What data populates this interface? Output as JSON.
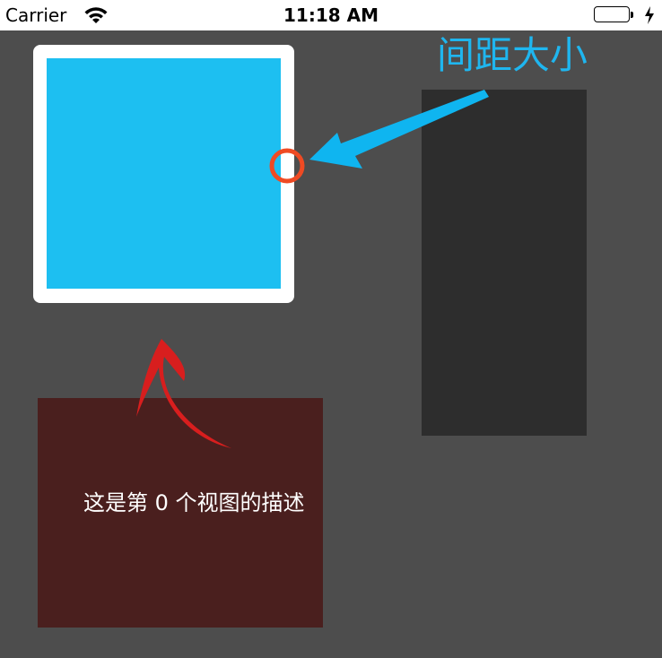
{
  "status_bar": {
    "carrier": "Carrier",
    "time": "11:18 AM",
    "battery_color": "#4cd964"
  },
  "main": {
    "description": "这是第 0 个视图的描述"
  },
  "annotation": {
    "label": "间距大小",
    "label_color": "#1fb6ef"
  },
  "colors": {
    "background": "#4d4d4d",
    "card_inner": "#1dbff1",
    "dark_panel": "#2d2d2d",
    "red_panel": "#4a1f1e",
    "marker": "#ef4a23",
    "red_arrow": "#d81e1e"
  }
}
